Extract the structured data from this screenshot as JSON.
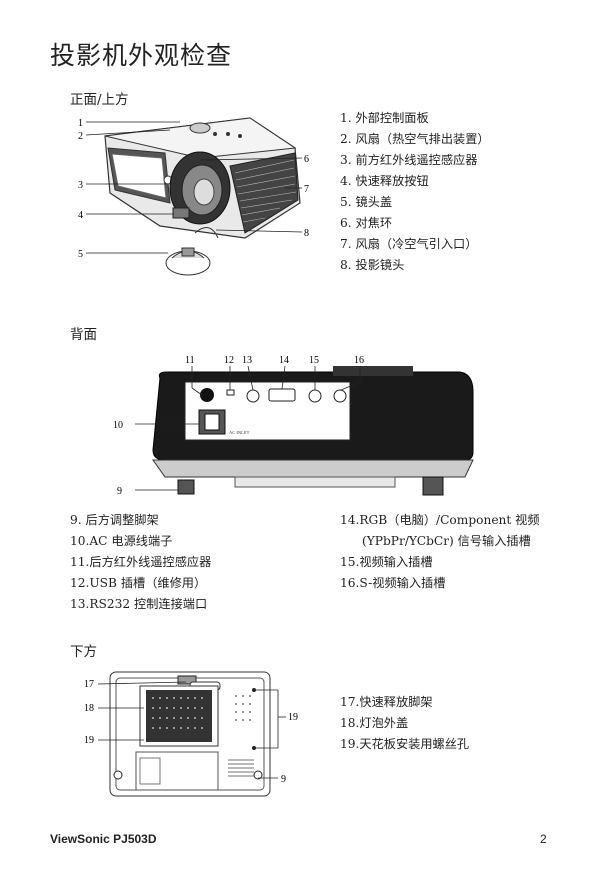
{
  "title": "投影机外观检查",
  "sections": {
    "front_top": "正面/上方",
    "rear": "背面",
    "bottom": "下方"
  },
  "front_top_items": [
    "1.  外部控制面板",
    "2.  风扇（热空气排出装置）",
    "3.  前方红外线遥控感应器",
    "4.  快速释放按钮",
    "5.  镜头盖",
    "6.  对焦环",
    "7.  风扇（冷空气引入口）",
    "8.  投影镜头"
  ],
  "rear_items_left": [
    "9.  后方调整脚架",
    "10.AC 电源线端子",
    "11.后方红外线遥控感应器",
    "12.USB 插槽（维修用）",
    "13.RS232 控制连接端口"
  ],
  "rear_items_right": [
    "14.RGB（电脑）/Component 视频",
    "(YPbPr/YCbCr) 信号输入插槽",
    "15.视频输入插槽",
    "16.S-视频输入插槽"
  ],
  "bottom_items": [
    "17.快速释放脚架",
    "18.灯泡外盖",
    "19.天花板安装用螺丝孔"
  ],
  "callouts": {
    "front": [
      "1",
      "2",
      "3",
      "4",
      "5",
      "6",
      "7",
      "8"
    ],
    "rear": [
      "11",
      "12",
      "13",
      "14",
      "15",
      "16",
      "10",
      "9"
    ],
    "bottom": [
      "17",
      "18",
      "19",
      "19",
      "9"
    ]
  },
  "panel_labels": {
    "ac_inlet": "AC INLET"
  },
  "footer": {
    "brand": "ViewSonic  PJ503D",
    "page": "2"
  }
}
